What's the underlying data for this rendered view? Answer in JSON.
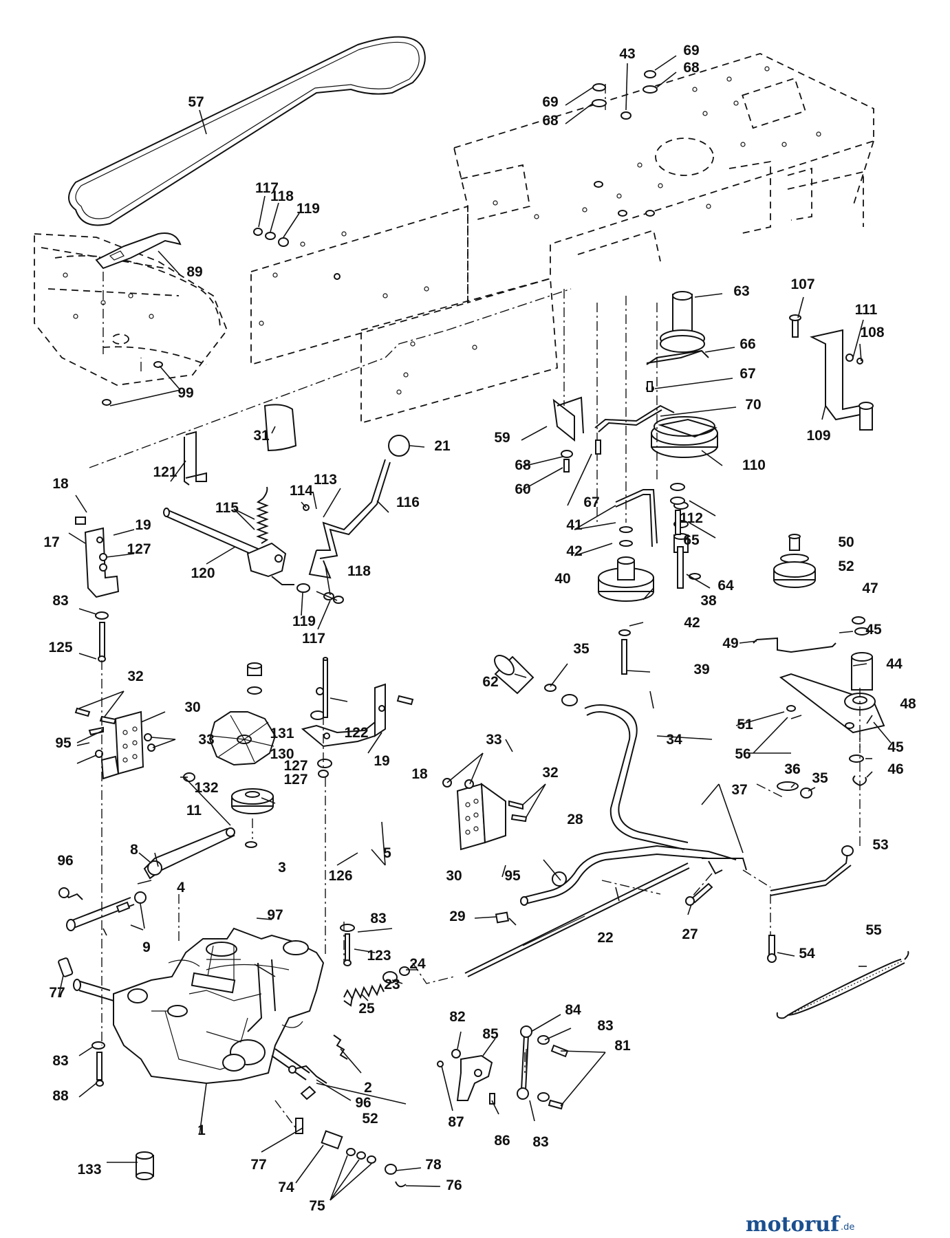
{
  "labels": [
    "57",
    "43",
    "69",
    "68",
    "69",
    "68",
    "117",
    "118",
    "119",
    "89",
    "99",
    "63",
    "107",
    "111",
    "108",
    "66",
    "67",
    "70",
    "109",
    "59",
    "21",
    "31",
    "121",
    "110",
    "68",
    "60",
    "67",
    "18",
    "19",
    "17",
    "127",
    "113",
    "114",
    "115",
    "116",
    "41",
    "112",
    "42",
    "65",
    "120",
    "50",
    "52",
    "47",
    "40",
    "64",
    "118",
    "119",
    "117",
    "83",
    "38",
    "42",
    "125",
    "45",
    "44",
    "49",
    "39",
    "35",
    "32",
    "30",
    "62",
    "48",
    "95",
    "33",
    "131",
    "122",
    "127",
    "130",
    "34",
    "51",
    "19",
    "18",
    "36",
    "56",
    "45",
    "46",
    "33",
    "132",
    "127",
    "32",
    "36",
    "35",
    "11",
    "37",
    "8",
    "5",
    "30",
    "95",
    "28",
    "53",
    "96",
    "3",
    "126",
    "4",
    "97",
    "29",
    "9",
    "22",
    "27",
    "83",
    "54",
    "55",
    "123",
    "77",
    "24",
    "23",
    "25",
    "84",
    "82",
    "85",
    "83",
    "83",
    "81",
    "2",
    "88",
    "96",
    "52",
    "87",
    "86",
    "83",
    "1",
    "77",
    "78",
    "133",
    "74",
    "76",
    "75"
  ],
  "watermark": {
    "brand": "motoruf",
    "suffix": ".de"
  }
}
